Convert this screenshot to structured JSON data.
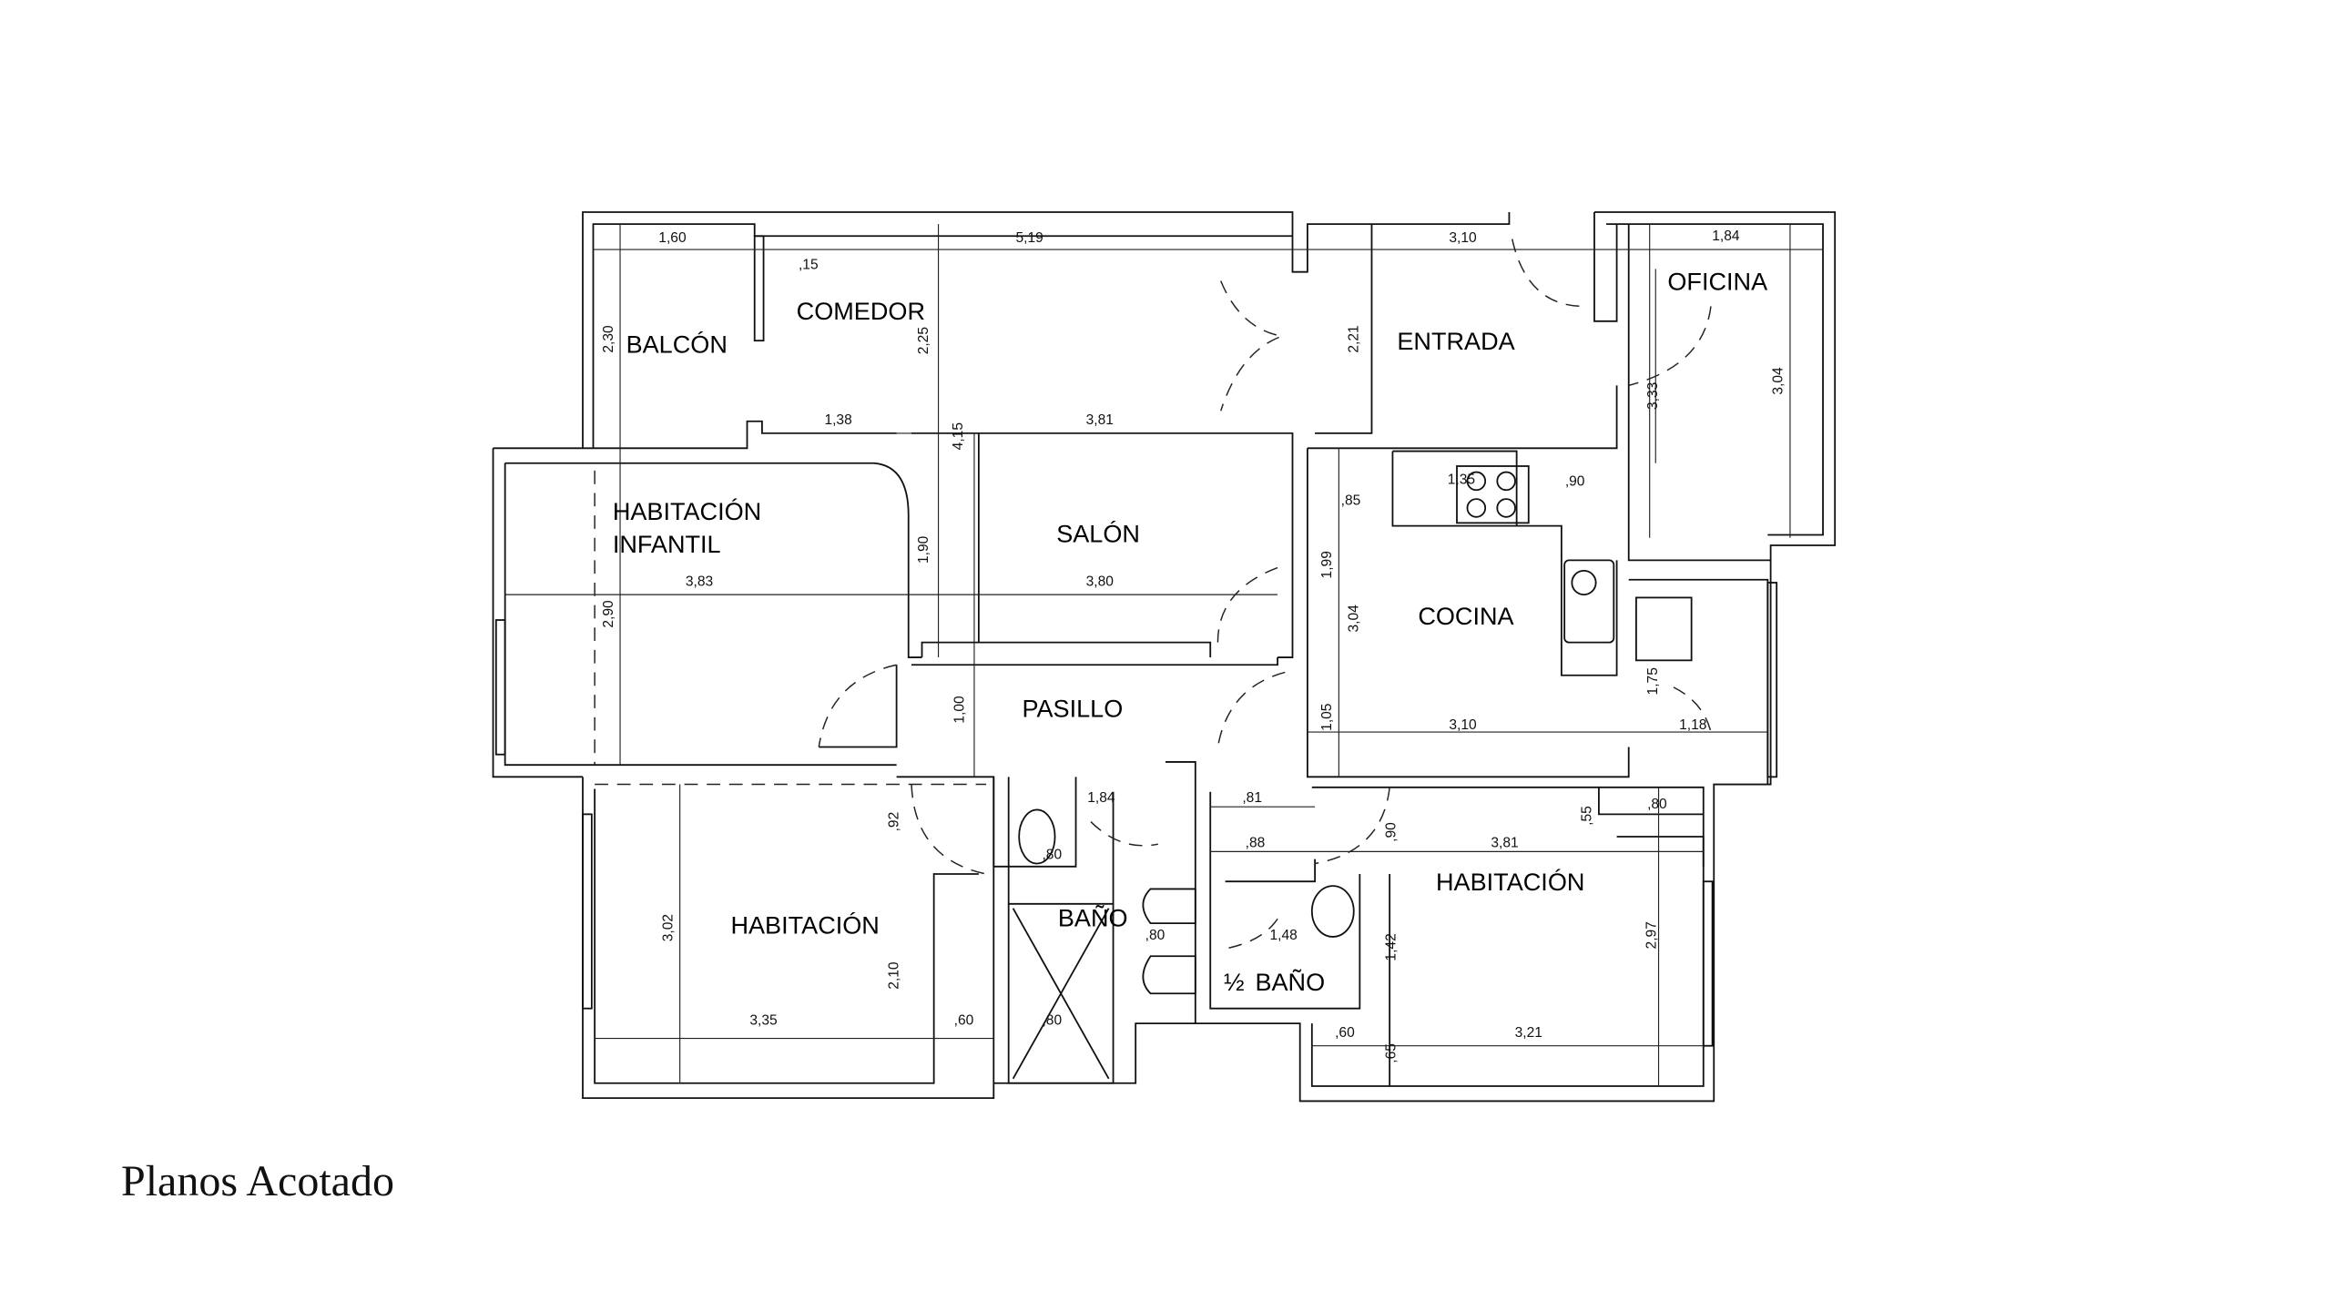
{
  "caption": "Planos Acotado",
  "rooms": {
    "balcon": "BALCÓN",
    "comedor": "COMEDOR",
    "entrada": "ENTRADA",
    "oficina": "OFICINA",
    "habitacion_infantil_1": "HABITACIÓN",
    "habitacion_infantil_2": "INFANTIL",
    "salon": "SALÓN",
    "cocina": "COCINA",
    "pasillo": "PASILLO",
    "habitacion_1": "HABITACIÓN",
    "bano": "BAÑO",
    "medio_bano_fraction": "½",
    "medio_bano": "BAÑO",
    "habitacion_2": "HABITACIÓN"
  },
  "dimensions": {
    "h": [
      "1,60",
      "5,19",
      "3,10",
      "1,84",
      ",15",
      "1,38",
      "3,81",
      "1,35",
      ",90",
      ",85",
      "3,83",
      "3,80",
      "3,10",
      "1,18",
      "1,84",
      ",81",
      ",80",
      ",88",
      "3,81",
      ",80",
      ",80",
      "1,48",
      "3,35",
      ",60",
      ",80",
      ",60",
      "3,21"
    ],
    "v": [
      "2,30",
      "2,25",
      "4,15",
      "2,21",
      "3,33",
      "3,04",
      "1,90",
      "1,99",
      "3,04",
      "2,90",
      "1,00",
      "1,05",
      "1,75",
      ",92",
      ",90",
      ",55",
      "3,02",
      "2,10",
      "1,42",
      "2,97",
      ",65"
    ]
  }
}
